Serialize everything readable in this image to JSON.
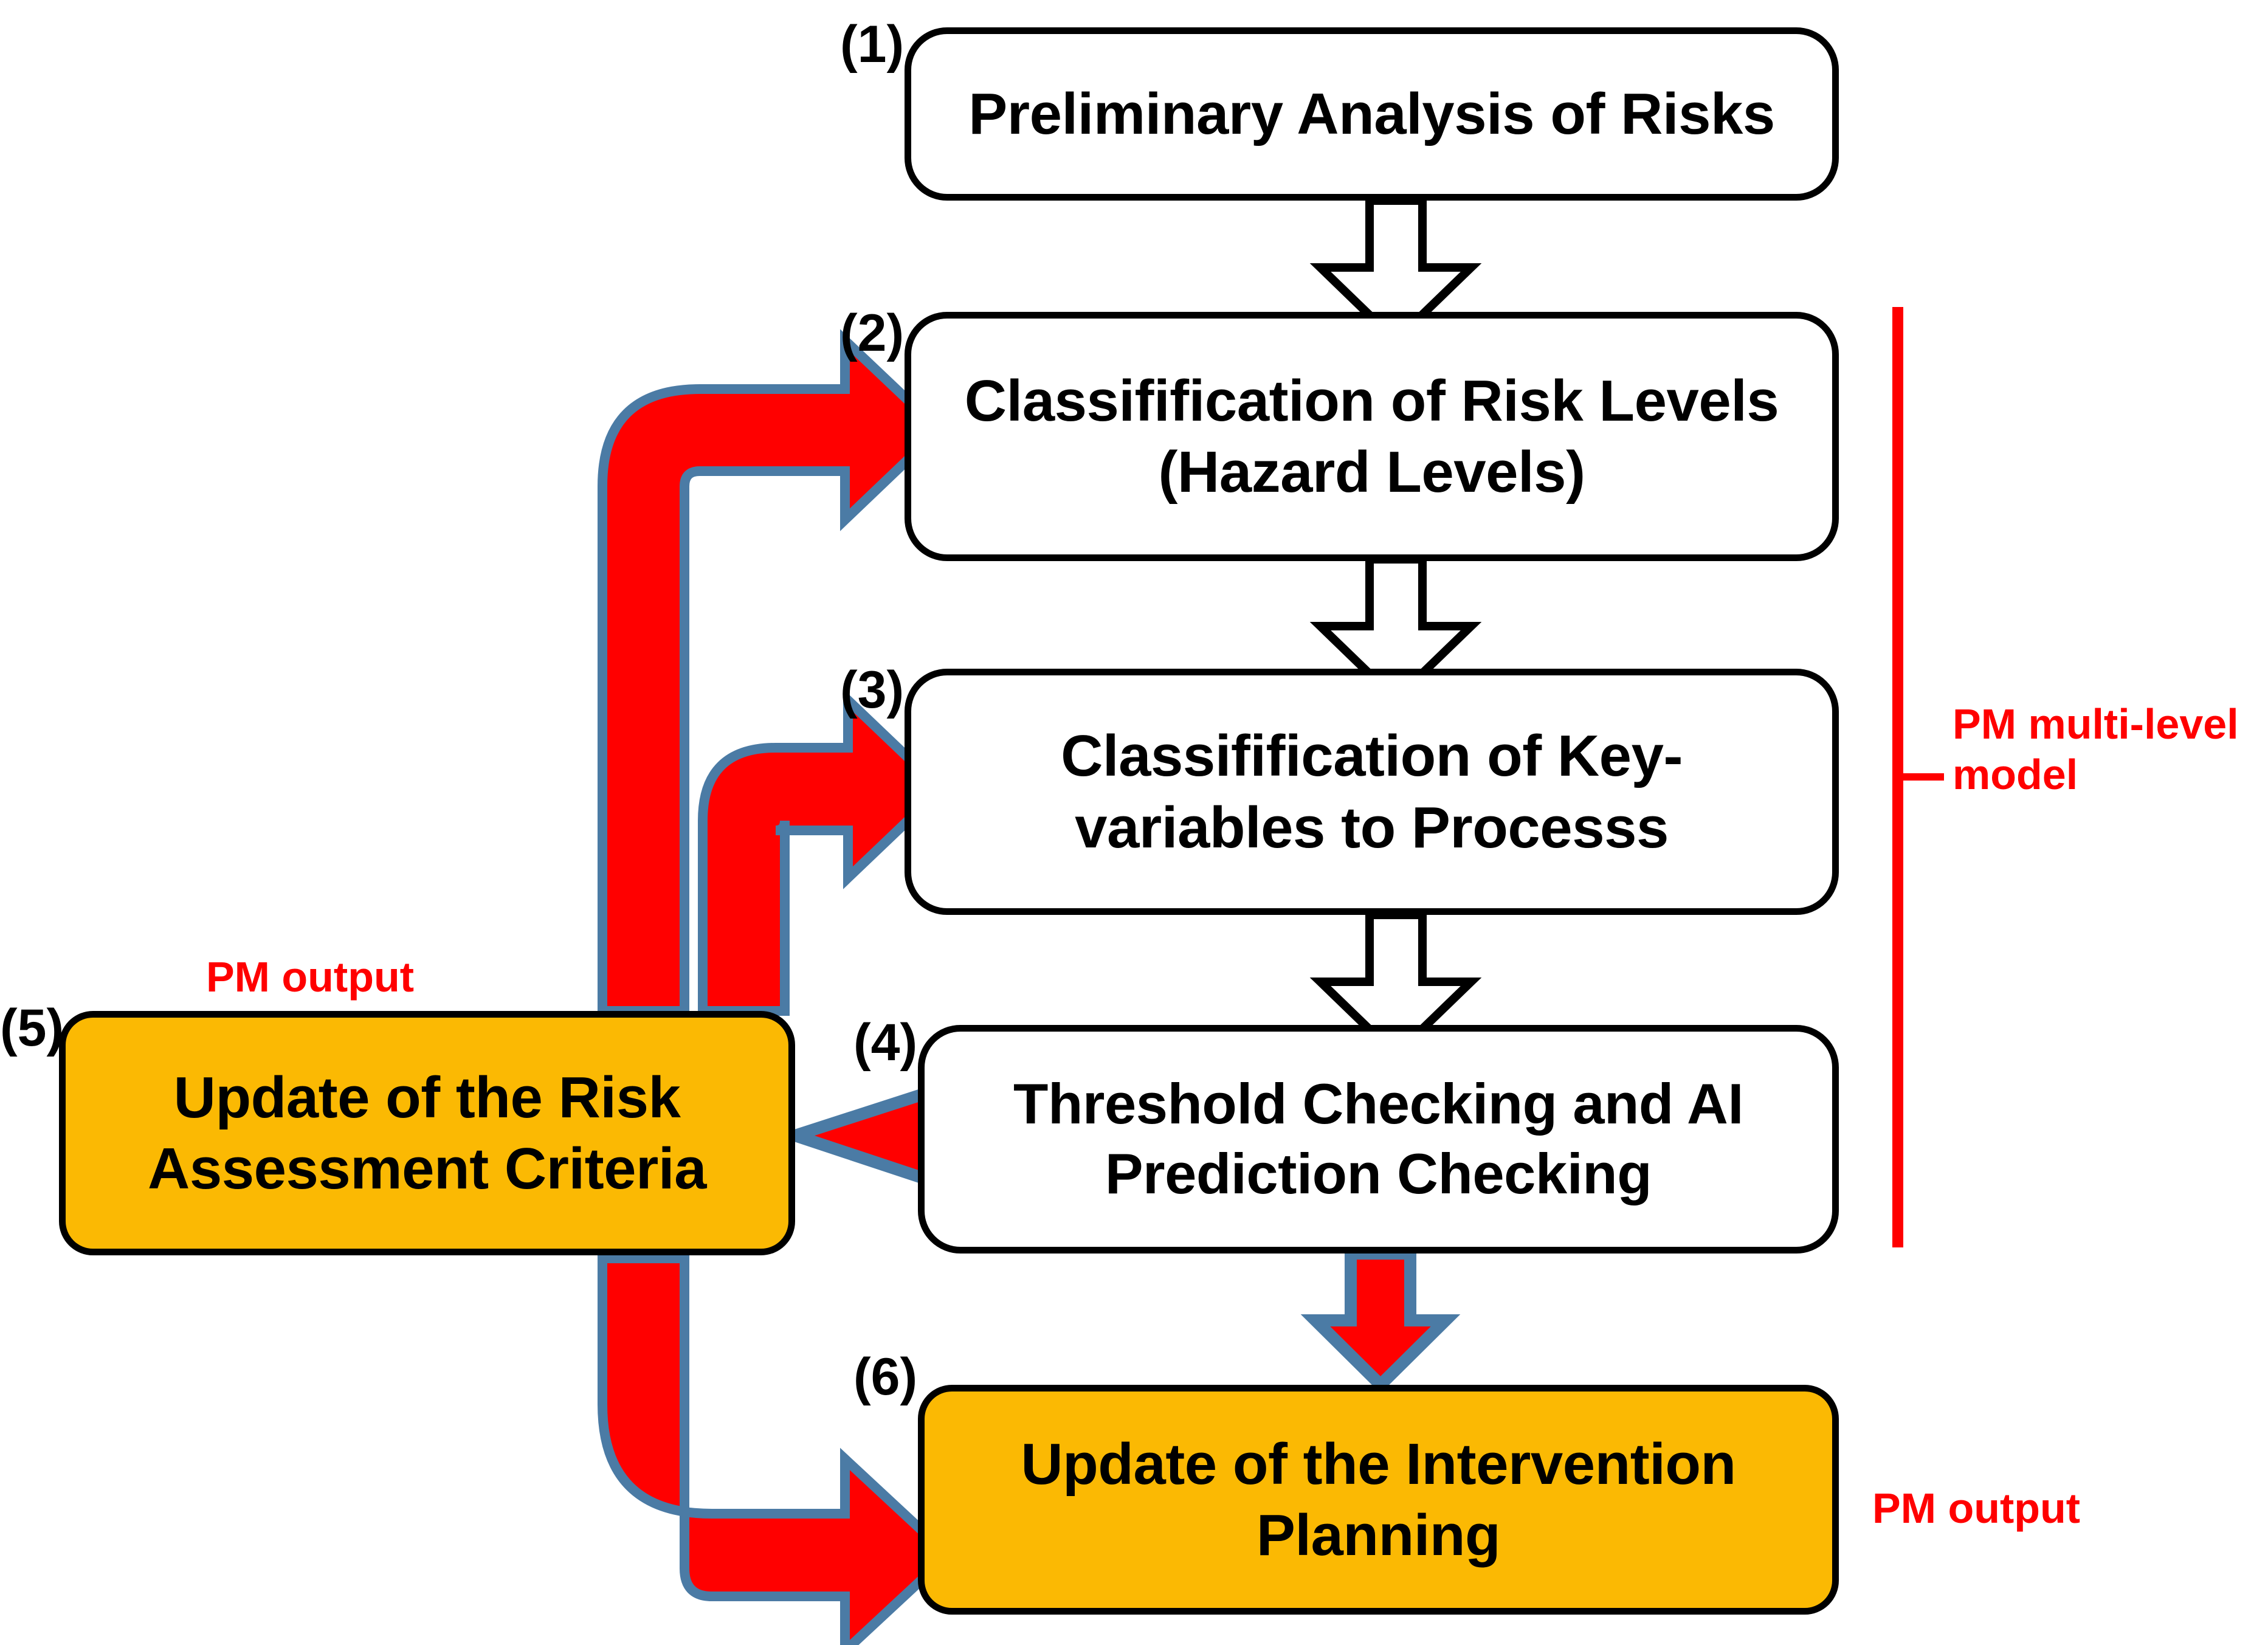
{
  "diagram": {
    "title": "PM multi-level model risk management flowchart",
    "colors": {
      "node_fill_white": "#FFFFFF",
      "node_fill_amber": "#FBB903",
      "node_stroke": "#000000",
      "arrow_red_fill": "#FF0000",
      "arrow_red_stroke": "#4B7BA5",
      "arrow_white_fill": "#FFFFFF",
      "arrow_white_stroke": "#000000",
      "annotation_red": "#FF0000"
    },
    "nodes": [
      {
        "id": "1",
        "number_label": "(1)",
        "text": "Preliminary Analysis of Risks",
        "fill": "white"
      },
      {
        "id": "2",
        "number_label": "(2)",
        "text": "Classifification of Risk Levels\n(Hazard Levels)",
        "fill": "white"
      },
      {
        "id": "3",
        "number_label": "(3)",
        "text": "Classifification of Key-\nvariables to Processs",
        "fill": "white"
      },
      {
        "id": "4",
        "number_label": "(4)",
        "text": "Threshold Checking and AI\nPrediction Checking",
        "fill": "white"
      },
      {
        "id": "5",
        "number_label": "(5)",
        "text": "Update of the Risk\nAssessment Criteria",
        "fill": "amber"
      },
      {
        "id": "6",
        "number_label": "(6)",
        "text": "Update of the Intervention\nPlanning",
        "fill": "amber"
      }
    ],
    "annotations": [
      {
        "id": "pm-output-top",
        "text": "PM output"
      },
      {
        "id": "pm-multi-level-model",
        "text": "PM multi-level\nmodel"
      },
      {
        "id": "pm-output-bottom",
        "text": "PM output"
      }
    ],
    "connectors": [
      {
        "id": "c1-2",
        "from": "1",
        "to": "2",
        "style": "hollow-white-down-arrow"
      },
      {
        "id": "c2-3",
        "from": "2",
        "to": "3",
        "style": "hollow-white-down-arrow"
      },
      {
        "id": "c3-4",
        "from": "3",
        "to": "4",
        "style": "hollow-white-down-arrow"
      },
      {
        "id": "c4-5",
        "from": "4",
        "to": "5",
        "style": "red-left-arrow"
      },
      {
        "id": "c4-6",
        "from": "4",
        "to": "6",
        "style": "red-down-arrow"
      },
      {
        "id": "c5-2",
        "from": "5",
        "to": "2",
        "style": "red-curved-loop-arrow"
      },
      {
        "id": "c5-3",
        "from": "5",
        "to": "3",
        "style": "red-curved-loop-arrow"
      },
      {
        "id": "c5-6",
        "from": "5",
        "to": "6",
        "style": "red-curved-loop-arrow"
      }
    ],
    "bracket": {
      "id": "pm-model-bracket",
      "covers": [
        "2",
        "3",
        "4"
      ]
    }
  }
}
